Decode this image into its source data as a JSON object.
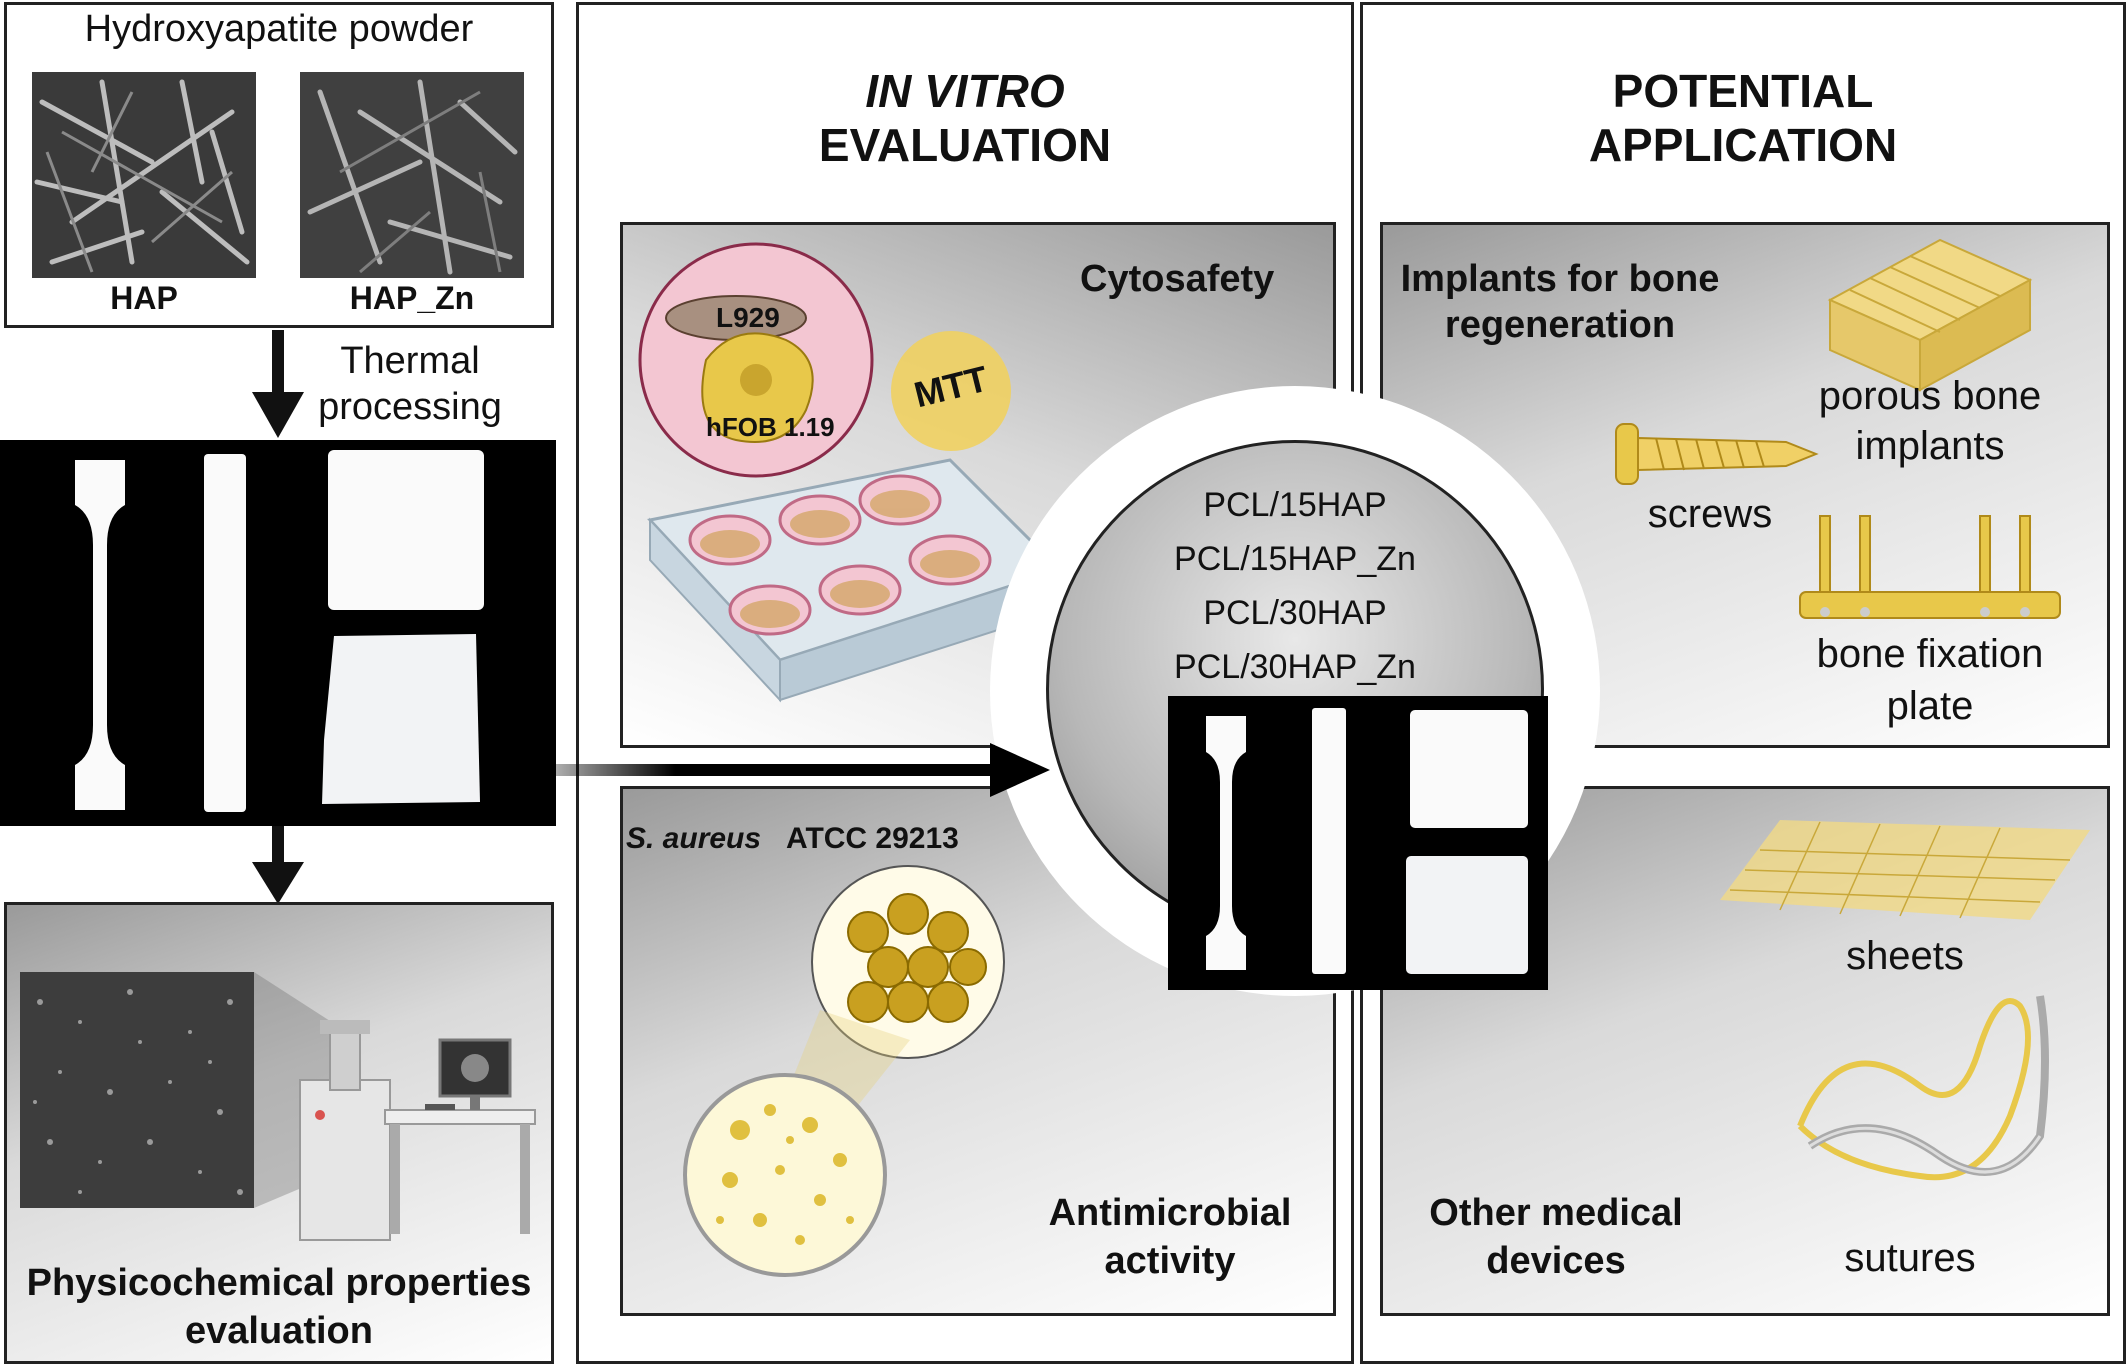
{
  "left": {
    "powder_title": "Hydroxyapatite powder",
    "sample1": "HAP",
    "sample2": "HAP_Zn",
    "thermal_line1": "Thermal",
    "thermal_line2": "processing",
    "physchem_line1": "Physicochemical properties",
    "physchem_line2": "evaluation"
  },
  "middle": {
    "title_line1": "IN VITRO",
    "title_line2": "EVALUATION",
    "cytosafety": "Cytosafety",
    "cell1": "L929",
    "cell2": "hFOB 1.19",
    "assay": "MTT",
    "bacteria_italic": "S. aureus",
    "bacteria_strain": "ATCC 29213",
    "antimicrobial_line1": "Antimicrobial",
    "antimicrobial_line2": "activity"
  },
  "center": {
    "materials": [
      "PCL/15HAP",
      "PCL/15HAP_Zn",
      "PCL/30HAP",
      "PCL/30HAP_Zn"
    ]
  },
  "right": {
    "title_line1": "POTENTIAL",
    "title_line2": "APPLICATION",
    "implants_line1": "Implants for bone",
    "implants_line2": "regeneration",
    "porous_line1": "porous bone",
    "porous_line2": "implants",
    "screws": "screws",
    "plate_line1": "bone fixation",
    "plate_line2": "plate",
    "other_line1": "Other medical",
    "other_line2": "devices",
    "sheets": "sheets",
    "sutures": "sutures"
  },
  "colors": {
    "gold": "#e8c84a",
    "pink": "#f3c6d2",
    "frame": "#222222"
  }
}
